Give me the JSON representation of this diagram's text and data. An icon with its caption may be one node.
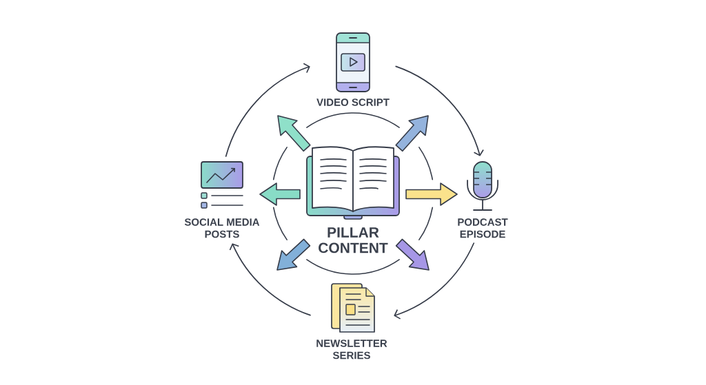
{
  "diagram": {
    "nodes": [
      {
        "text": [
          "VIDEO SCRIPT"
        ]
      },
      {
        "text": [
          "SOCIAL MEDIA POSTS"
        ]
      },
      {
        "text": [
          "PILLAR CONTENT"
        ]
      },
      {
        "text": [
          "PODCAST EPISODE"
        ]
      },
      {
        "text": [
          "NEWSLETTER SERIES"
        ]
      }
    ],
    "edges": [
      {
        "from": 1,
        "to": 0,
        "arrow": "to"
      },
      {
        "from": 0,
        "to": 3,
        "arrow": "to"
      },
      {
        "from": 3,
        "to": 4,
        "arrow": "to"
      },
      {
        "from": 4,
        "to": 1,
        "arrow": "to"
      },
      {
        "from": 2,
        "to": null,
        "arrow": "to",
        "style": "thick",
        "color": "#8fe0c9"
      },
      {
        "from": 2,
        "to": null,
        "arrow": "to",
        "style": "thick",
        "color": "#94b3dd"
      },
      {
        "from": 2,
        "to": 1,
        "arrow": "to",
        "style": "thick",
        "color": "#88dcc6"
      },
      {
        "from": 2,
        "to": 3,
        "arrow": "to",
        "style": "thick",
        "color": "#fbe28c"
      },
      {
        "from": 2,
        "to": null,
        "arrow": "to",
        "style": "thick",
        "color": "#82b0d9"
      },
      {
        "from": 2,
        "to": null,
        "arrow": "to",
        "style": "thick",
        "color": "#a697e6"
      }
    ]
  }
}
